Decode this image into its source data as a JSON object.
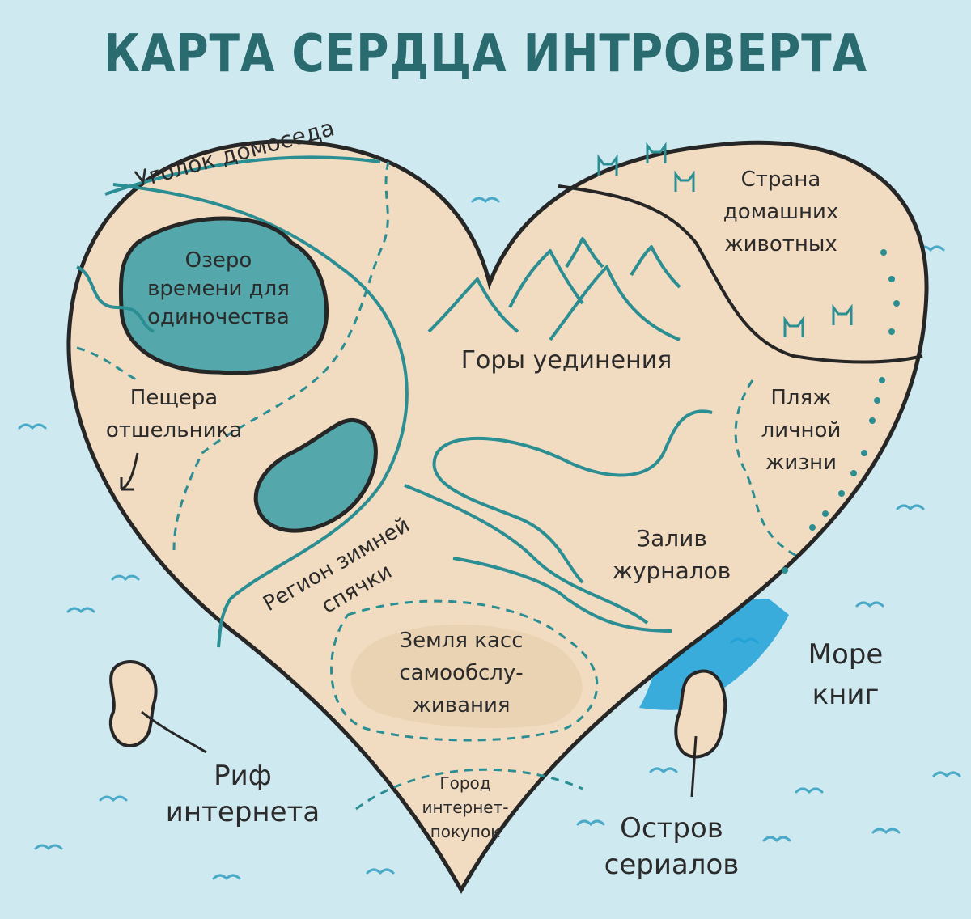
{
  "title": "КАРТА СЕРДЦА ИНТРОВЕРТА",
  "regions": {
    "corner": "Уголок домоседа",
    "lake": [
      "Озеро",
      "времени для",
      "одиночества"
    ],
    "pets": [
      "Страна",
      "домашних",
      "животных"
    ],
    "mountains": "Горы уединения",
    "cave": [
      "Пещера",
      "отшельника"
    ],
    "beach": [
      "Пляж",
      "личной",
      "жизни"
    ],
    "hibernation": [
      "Регион зимней",
      "спячки"
    ],
    "bay": [
      "Залив",
      "журналов"
    ],
    "self_checkout": [
      "Земля касс",
      "самообслу-",
      "живания"
    ],
    "shopping_city": [
      "Город",
      "интернет-",
      "покупок"
    ],
    "sea": [
      "Море",
      "книг"
    ],
    "reef": [
      "Риф",
      "интернета"
    ],
    "series_island": [
      "Остров",
      "сериалов"
    ]
  },
  "icons": [
    "cat-icon",
    "wave-icon"
  ],
  "colors": {
    "background": "#cfe9f1",
    "land": "#f2dcc1",
    "water": "#54a8ab",
    "line": "#2a8e93",
    "outline": "#262626",
    "title": "#2a6b70",
    "sea_deep": "#1fa1d8"
  }
}
